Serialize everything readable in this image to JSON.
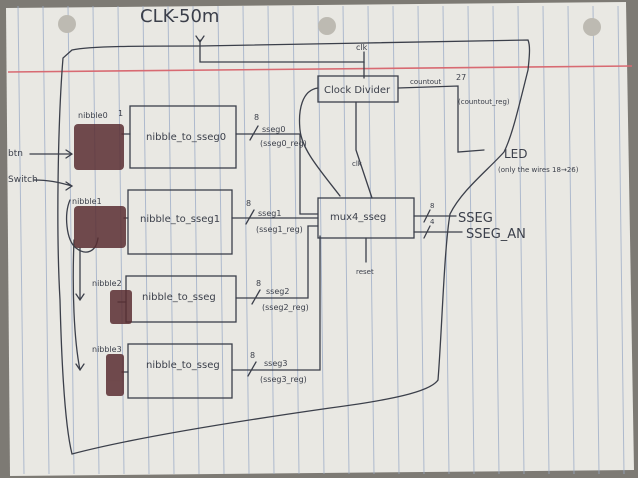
{
  "colors": {
    "paper": "#e9e8e3",
    "rule_line": "#9aaac6",
    "margin_line": "#d86a72",
    "ink": "#3b3f4a",
    "scribble": "#5a2e32",
    "table_shadow": "#7d7a74"
  },
  "labels": {
    "clk_top": "CLK-50m",
    "clk_small": "clk",
    "clock_divider": "Clock Divider",
    "count_out": "countout",
    "count_width": "27",
    "count_bits": "(countout_reg)",
    "led": "LED",
    "led_note": "(only the wires 18→26)",
    "btn": "btn",
    "switch": "Switch",
    "nibble0": "nibble0",
    "nibble1": "nibble1",
    "nibble2": "nibble2",
    "nibble3": "nibble3",
    "n2s_0": "nibble_to_sseg0",
    "n2s_1": "nibble_to_sseg1",
    "n2s_2": "nibble_to_sseg",
    "n2s_3": "nibble_to_sseg",
    "sseg0": "sseg0",
    "sseg0_reg": "(sseg0_reg)",
    "sseg1": "sseg1",
    "sseg1_reg": "(sseg1_reg)",
    "sseg2": "sseg2",
    "sseg2_reg": "(sseg2_reg)",
    "sseg3": "sseg3",
    "sseg3_reg": "(sseg3_reg)",
    "bus8": "8",
    "muxed": "mux4_sseg",
    "clk_in": "clk",
    "reset": "reset",
    "sseg_w": "8",
    "an_w": "4",
    "sseg_out": "SSEG",
    "an_out": "SSEG_AN",
    "one": "1"
  }
}
